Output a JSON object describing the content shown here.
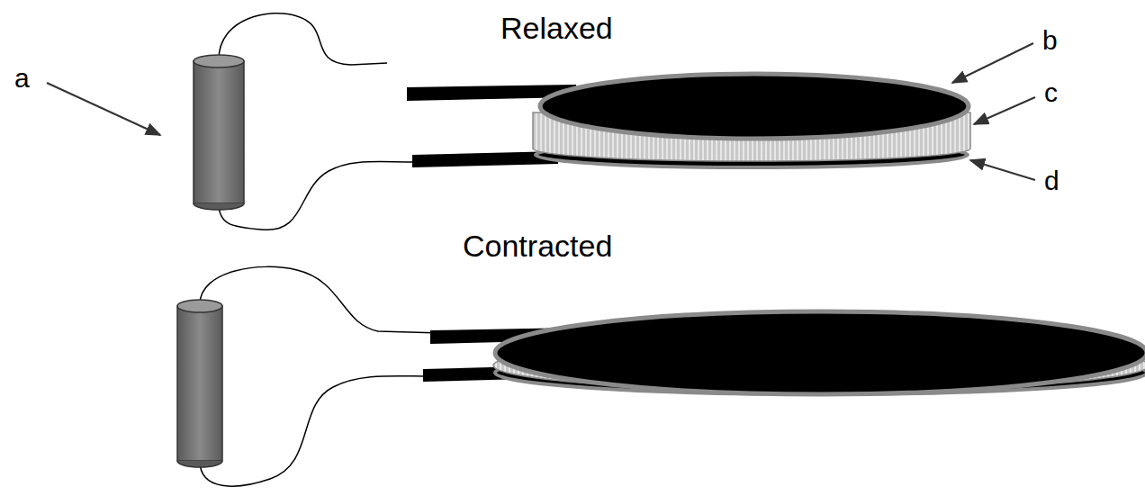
{
  "diagram": {
    "labels": [
      "Relaxed",
      "a",
      "b",
      "c",
      "d",
      "Contracted"
    ]
  }
}
